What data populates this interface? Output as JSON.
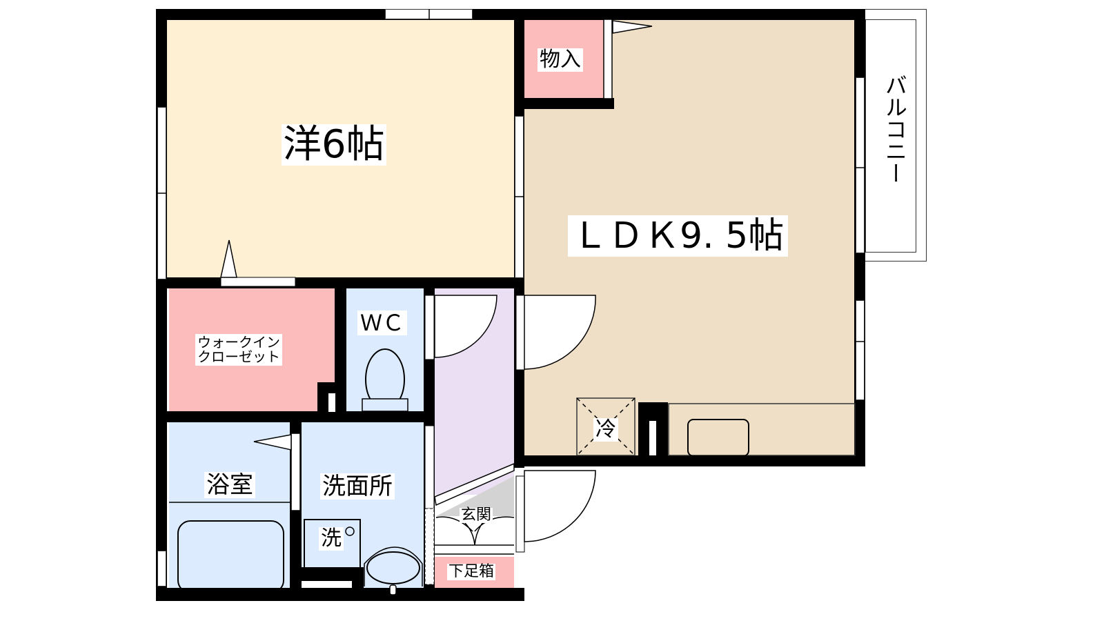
{
  "colors": {
    "western_room": "#fdf0d3",
    "ldk": "#efdfc6",
    "storage_pink": "#fdbcbc",
    "wet_blue": "#dcebfd",
    "hall_lavender": "#ebdff3",
    "genkan_gray": "#d3d3d3",
    "wall": "#000000"
  },
  "rooms": {
    "western": {
      "label": "洋6帖"
    },
    "ldk": {
      "label": "ＬＤＫ9. 5帖"
    },
    "storage": {
      "label": "物入"
    },
    "balcony": {
      "label": "バルコニー"
    },
    "walkin": {
      "label_line1": "ウォークイン",
      "label_line2": "クローゼット"
    },
    "wc": {
      "label": "ＷＣ"
    },
    "bath": {
      "label": "浴室"
    },
    "washroom": {
      "label": "洗面所"
    },
    "washer": {
      "label": "洗"
    },
    "entrance": {
      "label": "玄関"
    },
    "shoebox": {
      "label": "下足箱"
    },
    "fridge": {
      "label": "冷"
    }
  }
}
